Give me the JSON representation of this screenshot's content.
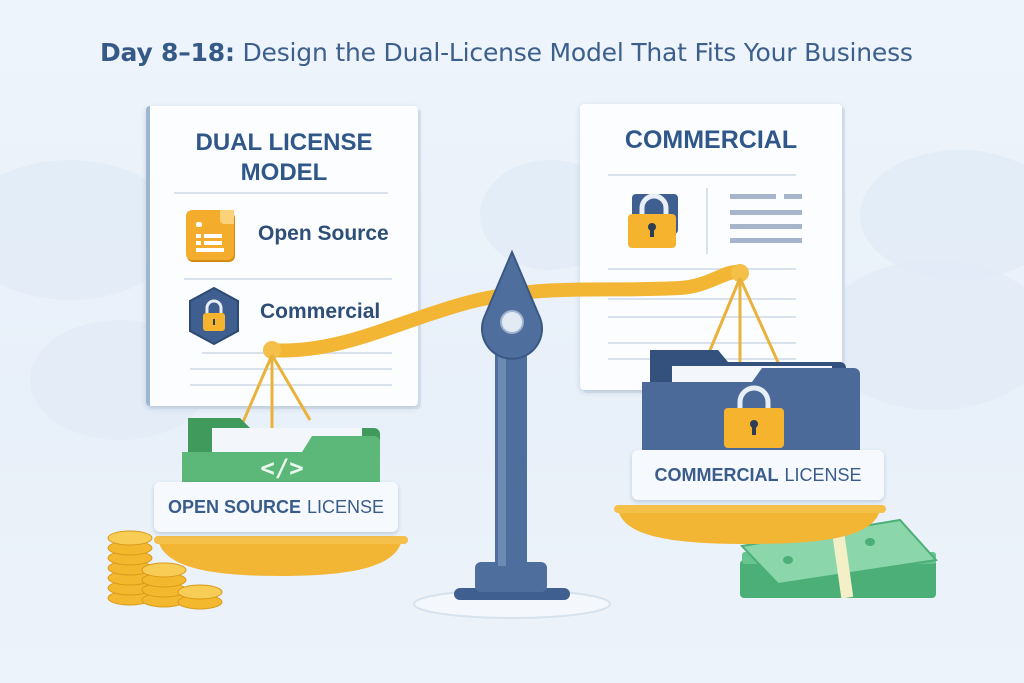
{
  "header": {
    "title_bold": "Day 8–18:",
    "title_rest": "Design the Dual-License Model That Fits Your Business"
  },
  "left_document": {
    "title_line1": "DUAL LICENSE",
    "title_line2": "MODEL",
    "rows": [
      {
        "icon": "document-list-icon",
        "label": "Open Source"
      },
      {
        "icon": "padlock-shield-icon",
        "label": "Commercial"
      }
    ]
  },
  "right_document": {
    "title": "COMMERCIAL",
    "icon": "padlock-icon"
  },
  "scale": {
    "left_pan": {
      "label_bold": "OPEN SOURCE",
      "label_light": "LICENSE",
      "folder_icon": "code-brackets-icon",
      "folder_code": "</>"
    },
    "right_pan": {
      "label_bold": "COMMERCIAL",
      "label_light": "LICENSE",
      "folder_icon": "padlock-icon"
    }
  },
  "colors": {
    "background": "#eaf1f9",
    "title_text": "#3c5f8c",
    "gold": "#f2b634",
    "scale_blue": "#4e6f9e",
    "green_folder": "#4caf6a",
    "navy_folder": "#3f5d8c",
    "money_green": "#5fc28a"
  }
}
